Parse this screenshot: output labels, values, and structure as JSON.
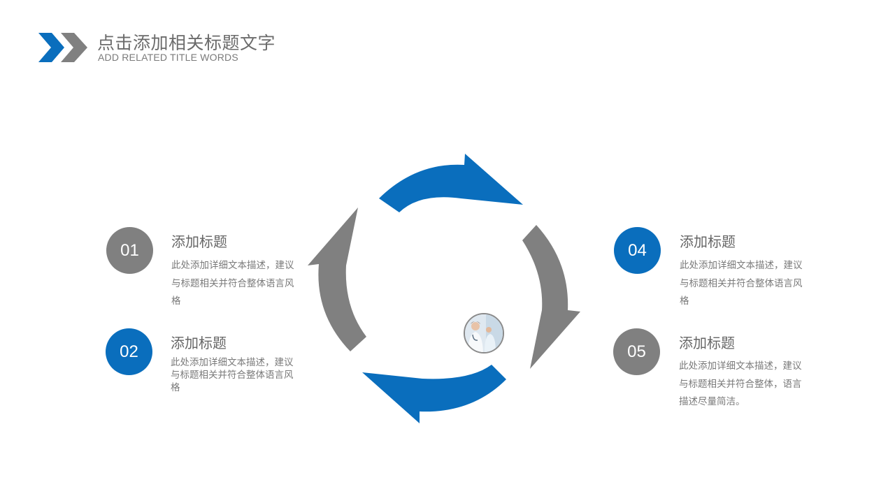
{
  "header": {
    "title": "点击添加相关标题文字",
    "subtitle": "ADD RELATED TITLE WORDS"
  },
  "colors": {
    "blue": "#0a6ebd",
    "gray": "#808080"
  },
  "items": [
    {
      "number": "01",
      "title": "添加标题",
      "desc": "此处添加详细文本描述，建议与标题相关并符合整体语言风格"
    },
    {
      "number": "02",
      "title": "添加标题",
      "desc": "此处添加详细文本描述，建议与标题相关并符合整体语言风格"
    },
    {
      "number": "04",
      "title": "添加标题",
      "desc": "此处添加详细文本描述，建议与标题相关并符合整体语言风格"
    },
    {
      "number": "05",
      "title": "添加标题",
      "desc": "此处添加详细文本描述，建议与标题相关并符合整体，语言描述尽量简洁。"
    }
  ]
}
